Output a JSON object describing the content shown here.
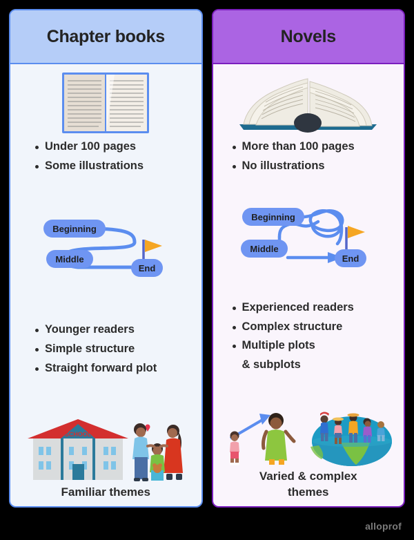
{
  "columns": [
    {
      "title": "Chapter books",
      "accent": "#5b8def",
      "header_bg": "#b5cdf8",
      "panel_bg": "#f1f5fb",
      "book_icon": "open-book-icon",
      "features": [
        "Under 100 pages",
        "Some illustrations"
      ],
      "plot": {
        "label_beginning": "Beginning",
        "label_middle": "Middle",
        "label_end": "End",
        "flag_color": "#f5a623",
        "path_color": "#5b8def",
        "style": "simple-curve"
      },
      "traits": [
        "Younger readers",
        "Simple structure",
        "Straight forward plot"
      ],
      "scene_icons": [
        "school-building-icon",
        "family-icon"
      ],
      "caption": "Familiar themes"
    },
    {
      "title": "Novels",
      "accent": "#7b1fbe",
      "header_bg": "#ab64e3",
      "panel_bg": "#faf5fc",
      "book_icon": "open-book-thick-icon",
      "features": [
        "More than 100 pages",
        "No illustrations"
      ],
      "plot": {
        "label_beginning": "Beginning",
        "label_middle": "Middle",
        "label_end": "End",
        "flag_color": "#f5a623",
        "path_color": "#5b8def",
        "style": "tangled-knot"
      },
      "traits": [
        "Experienced readers",
        "Complex structure",
        "Multiple plots\n& subplots"
      ],
      "scene_icons": [
        "child-to-adult-icon",
        "people-on-globe-icon"
      ],
      "caption": "Varied & complex\nthemes"
    }
  ],
  "watermark": "alloprof"
}
